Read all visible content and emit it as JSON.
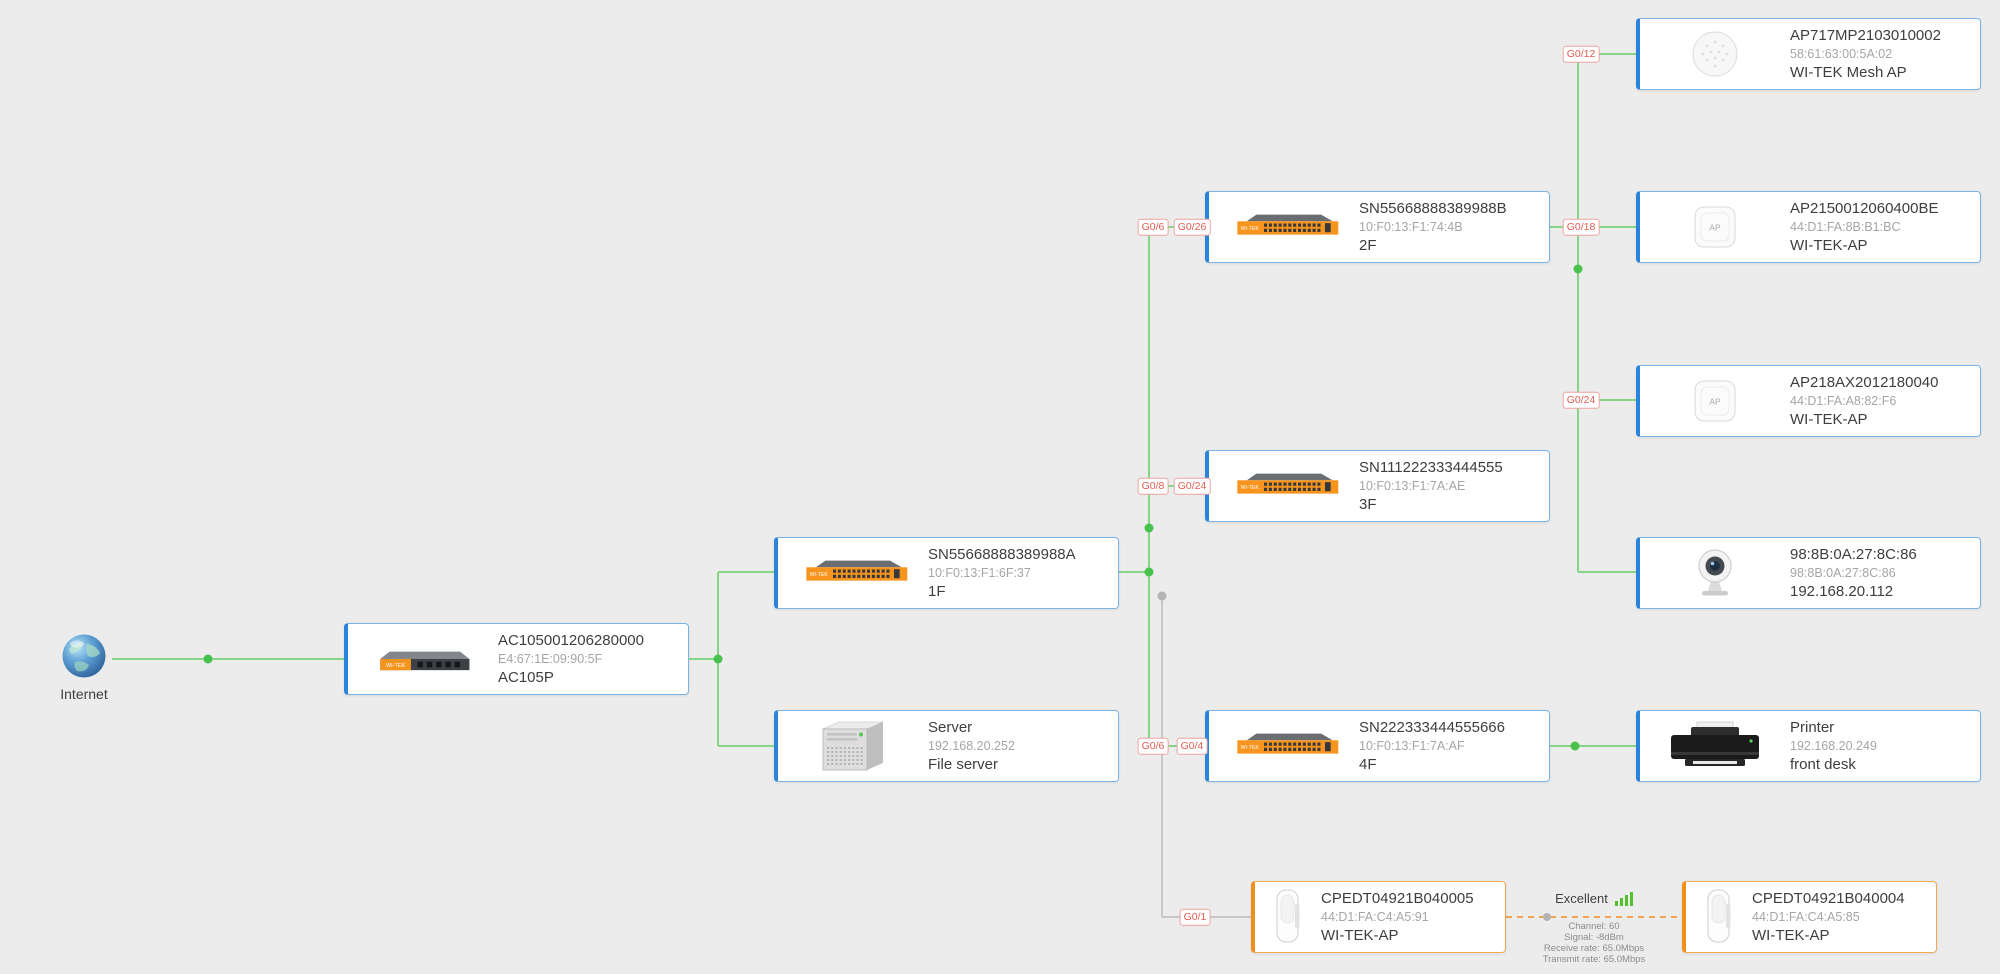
{
  "colors": {
    "canvas_bg": "#ececec",
    "link_green": "#87d687",
    "link_gray": "#c7c7c7",
    "wireless_orange": "#f0a452",
    "dot_green": "#49c24d",
    "dot_gray": "#b4b4b4",
    "node_border": "#79b4e5",
    "node_accent": "#2a84d9",
    "cpe_border": "#f2a94f",
    "cpe_accent": "#ee8f1e",
    "port_text": "#e05b52",
    "port_border": "#efa49e",
    "brand_orange": "#f7941d",
    "title_text": "#3e3e3e",
    "muted_text": "#a5a5a5",
    "signal_bars_green": "#53c12e"
  },
  "internet": {
    "label": "Internet"
  },
  "icon_text": {
    "logo": "WI-TEK",
    "ap": "AP"
  },
  "nodes": {
    "ac": {
      "icon": "router-icon",
      "title": "AC105001206280000",
      "mac": "E4:67:1E:09:90:5F",
      "sub": "AC105P"
    },
    "sw1f": {
      "icon": "switch-icon",
      "title": "SN55668888389988A",
      "mac": "10:F0:13:F1:6F:37",
      "sub": "1F"
    },
    "server": {
      "icon": "server-icon",
      "title": "Server",
      "mac": "192.168.20.252",
      "sub": "File server"
    },
    "sw2f": {
      "icon": "switch-icon",
      "title": "SN55668888389988B",
      "mac": "10:F0:13:F1:74:4B",
      "sub": "2F"
    },
    "sw3f": {
      "icon": "switch-icon",
      "title": "SN111222333444555",
      "mac": "10:F0:13:F1:7A:AE",
      "sub": "3F"
    },
    "sw4f": {
      "icon": "switch-icon",
      "title": "SN222333444555666",
      "mac": "10:F0:13:F1:7A:AF",
      "sub": "4F"
    },
    "mesh_ap": {
      "icon": "mesh-ap-icon",
      "title": "AP717MP2103010002",
      "mac": "58:61:63:00:5A:02",
      "sub": "WI-TEK Mesh AP"
    },
    "ap2150": {
      "icon": "ap-icon",
      "title": "AP2150012060400BE",
      "mac": "44:D1:FA:8B:B1:BC",
      "sub": "WI-TEK-AP"
    },
    "ap218": {
      "icon": "ap-icon",
      "title": "AP218AX2012180040",
      "mac": "44:D1:FA:A8:82:F6",
      "sub": "WI-TEK-AP"
    },
    "camera": {
      "icon": "camera-icon",
      "title": "98:8B:0A:27:8C:86",
      "mac": "98:8B:0A:27:8C:86",
      "sub": "192.168.20.112"
    },
    "printer": {
      "icon": "printer-icon",
      "title": "Printer",
      "mac": "192.168.20.249",
      "sub": "front desk"
    },
    "cpe1": {
      "icon": "cpe-icon",
      "title": "CPEDT04921B040005",
      "mac": "44:D1:FA:C4:A5:91",
      "sub": "WI-TEK-AP"
    },
    "cpe2": {
      "icon": "cpe-icon",
      "title": "CPEDT04921B040004",
      "mac": "44:D1:FA:C4:A5:85",
      "sub": "WI-TEK-AP"
    }
  },
  "ports": {
    "mesh_link": "G0/12",
    "sw1f_to_sw2f": "G0/6",
    "sw2f_uplink": "G0/26",
    "sw2f_to_ap2150": "G0/18",
    "sw1f_to_sw3f": "G0/8",
    "sw3f_uplink": "G0/24",
    "sw2f_to_ap218": "G0/24",
    "sw1f_to_sw4f": "G0/6",
    "sw4f_uplink": "G0/4",
    "cpe_link": "G0/1"
  },
  "wireless": {
    "quality": "Excellent",
    "channel": "Channel: 60",
    "signal": "Signal: -8dBm",
    "receive": "Receive rate: 65.0Mbps",
    "transmit": "Transmit rate: 65.0Mbps"
  }
}
